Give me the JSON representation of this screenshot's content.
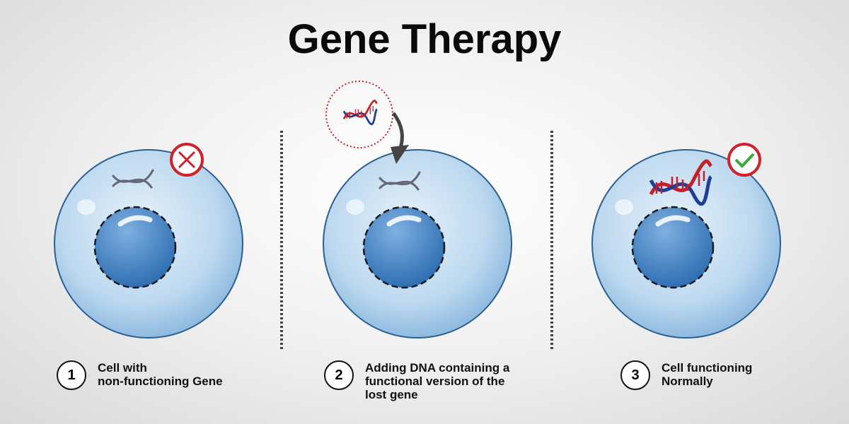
{
  "title": "Gene Therapy",
  "steps": [
    {
      "number": "1",
      "label_lines": [
        "Cell with",
        "non-functioning Gene"
      ]
    },
    {
      "number": "2",
      "label_lines": [
        "Adding DNA containing a",
        "functional version of the",
        "lost gene"
      ]
    },
    {
      "number": "3",
      "label_lines": [
        "Cell functioning",
        "Normally"
      ]
    }
  ],
  "colors": {
    "cell": "#b9d7ef",
    "nucleus": "#4f8bc9",
    "cross": "#d0222a",
    "check": "#3aaa35",
    "dna_red": "#c4202a",
    "dna_blue": "#1f3f94"
  }
}
